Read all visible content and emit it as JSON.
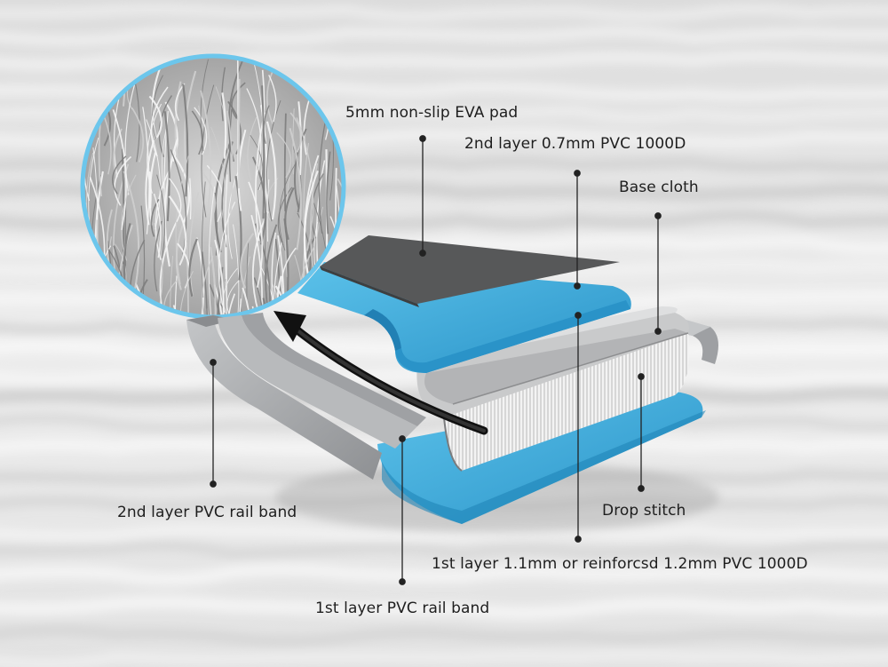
{
  "labels": {
    "eva_pad": "5mm non-slip EVA pad",
    "second_layer_pvc": "2nd layer 0.7mm PVC 1000D",
    "base_cloth": "Base cloth",
    "drop_stitch": "Drop stitch",
    "second_rail_band": "2nd layer PVC rail band",
    "first_layer_pvc": "1st layer 1.1mm or reinforcsd 1.2mm PVC 1000D",
    "first_rail_band": "1st layer PVC rail band"
  },
  "colors": {
    "water_light": "#f2f2f2",
    "water_shadow": "#c9c9c9",
    "eva_pad": "#575859",
    "pvc_blue": "#3fb0e0",
    "pvc_blue_dark": "#1f86b8",
    "rail_gray": "#a9abad",
    "core_white": "#ececec",
    "lens_ring": "#6cc6ec",
    "leader": "#222222"
  },
  "icons": {
    "magnifier": "fiber-closeup-lens",
    "arrow": "curved-arrow-icon"
  }
}
